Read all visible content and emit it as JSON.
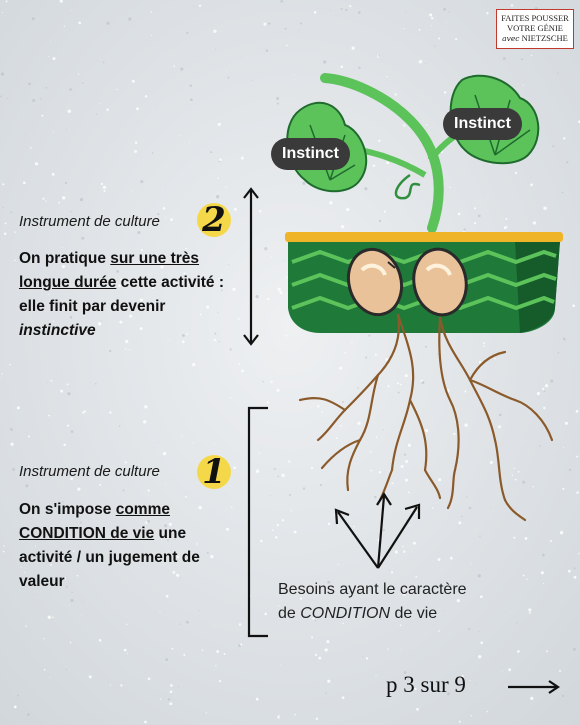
{
  "logo": {
    "line1": "FAITES POUSSER",
    "line2": "VOTRE GÉNIE",
    "avec": "avec",
    "line3": "NIETZSCHE"
  },
  "section2": {
    "heading": "Instrument de culture",
    "number": "2",
    "text_1": "On pratique ",
    "text_underlined": "sur une très longue durée",
    "text_2": " cette activité : elle finit par devenir ",
    "text_italic": "instinctive"
  },
  "section1": {
    "heading": "Instrument de culture",
    "number": "1",
    "text_1": "On s'impose ",
    "text_underlined": "comme CONDITION de vie",
    "text_2": " une activité / un jugement de valeur"
  },
  "plant": {
    "leaf_label_left": "Instinct",
    "leaf_label_right": "Instinct"
  },
  "caption": {
    "line1": "Besoins ayant le caractère",
    "line2_pre": "de ",
    "line2_italic": "CONDITION",
    "line2_post": " de vie"
  },
  "pagination": {
    "label": "p 3 sur 9"
  },
  "colors": {
    "pot_green": "#1f7a3a",
    "leaf_green": "#5cc25a",
    "root_brown": "#8b5a2b",
    "number_badge": "#f5d84a"
  }
}
